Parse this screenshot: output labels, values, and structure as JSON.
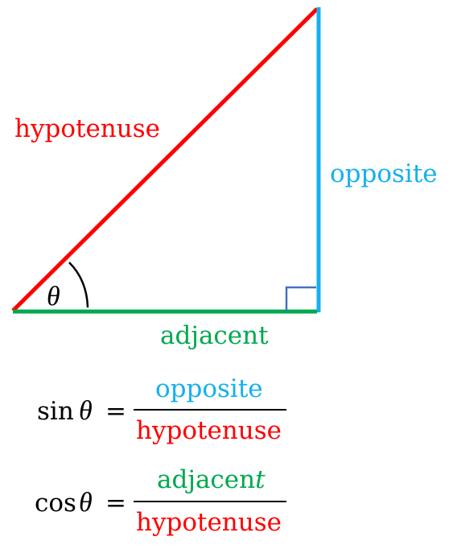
{
  "colors": {
    "hypotenuse": "#ff0000",
    "opposite": "#13b0f0",
    "adjacent": "#00a84f",
    "angle_arc": "#000000",
    "right_angle_marker": "#4472c4",
    "text": "#000000"
  },
  "labels": {
    "hypotenuse": "hypotenuse",
    "opposite": "opposite",
    "adjacent": "adjacent",
    "angle": "θ"
  },
  "formulas": {
    "sin": {
      "func": "sin",
      "var": "θ",
      "equals": "=",
      "numerator": "opposite",
      "denominator": "hypotenuse"
    },
    "cos": {
      "func": "cos",
      "var": "θ",
      "equals": "=",
      "numerator_main": "adjacen",
      "numerator_italic": "t",
      "denominator": "hypotenuse"
    }
  }
}
